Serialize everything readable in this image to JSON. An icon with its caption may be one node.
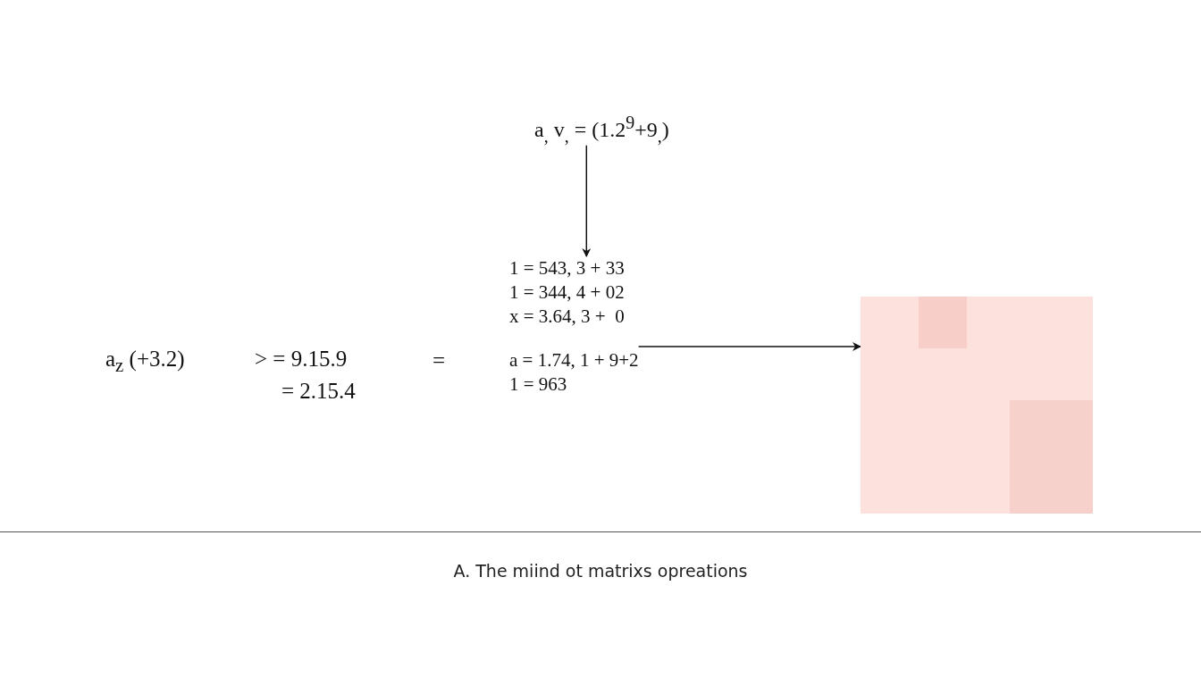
{
  "diagram": {
    "caption": "A. The miind ot matrixs opreations",
    "nodes": [
      {
        "text": [
          "a$_{,}$ v$_{,}$ = (1.2$^{9}$+9$_{,}$)"
        ]
      },
      {
        "text": [
          "1 = 543, 3 + 33",
          "1 = 344, 4 + 02",
          "x = 3.64, 3 +  0",
          "a = 1.74, 1 + 9+2",
          "1 = 963"
        ]
      },
      {
        "text": [],
        "shape": "box"
      }
    ],
    "edges": [
      {
        "from": 0,
        "to": 1,
        "arrow": "to"
      },
      {
        "from": 1,
        "to": 2,
        "arrow": "to"
      }
    ],
    "labels": [
      "a$_{z}$ (+3.2)",
      "> = 9.15.9",
      "= 2.15.4",
      "="
    ]
  }
}
